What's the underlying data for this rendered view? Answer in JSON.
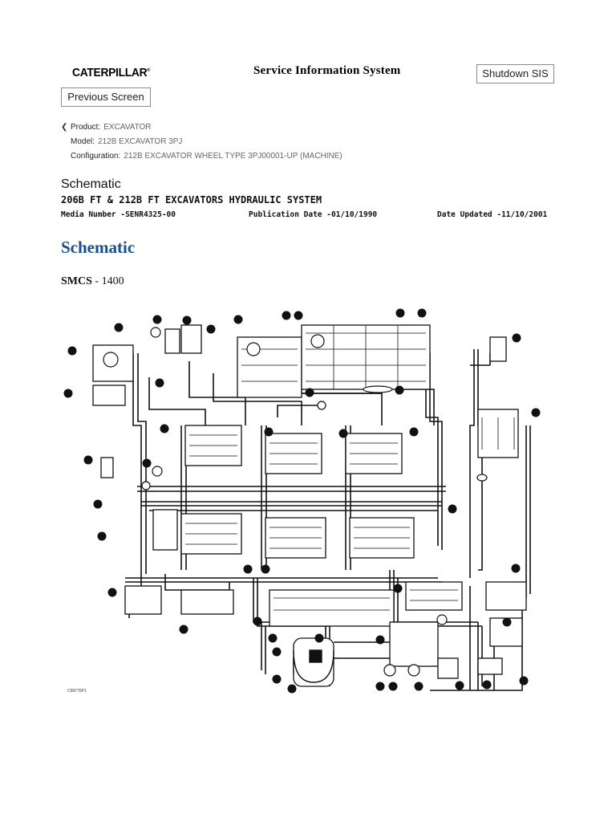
{
  "header": {
    "logo_text": "CATERPILLAR",
    "logo_mark": "®",
    "system_title": "Service Information System",
    "shutdown_label": "Shutdown SIS",
    "previous_label": "Previous Screen"
  },
  "breadcrumb": {
    "product_label": "Product:",
    "product_value": "EXCAVATOR",
    "model_label": "Model:",
    "model_value": "212B EXCAVATOR 3PJ",
    "config_label": "Configuration:",
    "config_value": "212B EXCAVATOR WHEEL TYPE 3PJ00001-UP (MACHINE)"
  },
  "document": {
    "section": "Schematic",
    "title": "206B FT & 212B FT EXCAVATORS HYDRAULIC SYSTEM",
    "media_number": "Media Number -SENR4325-00",
    "publication_date": "Publication Date -01/10/1990",
    "date_updated": "Date Updated -11/10/2001",
    "heading": "Schematic",
    "smcs_label": "SMCS",
    "smcs_value": " - 1400",
    "diagram_code": "C68770P1"
  },
  "colors": {
    "heading_blue": "#1a4f8b",
    "line": "#111111"
  }
}
